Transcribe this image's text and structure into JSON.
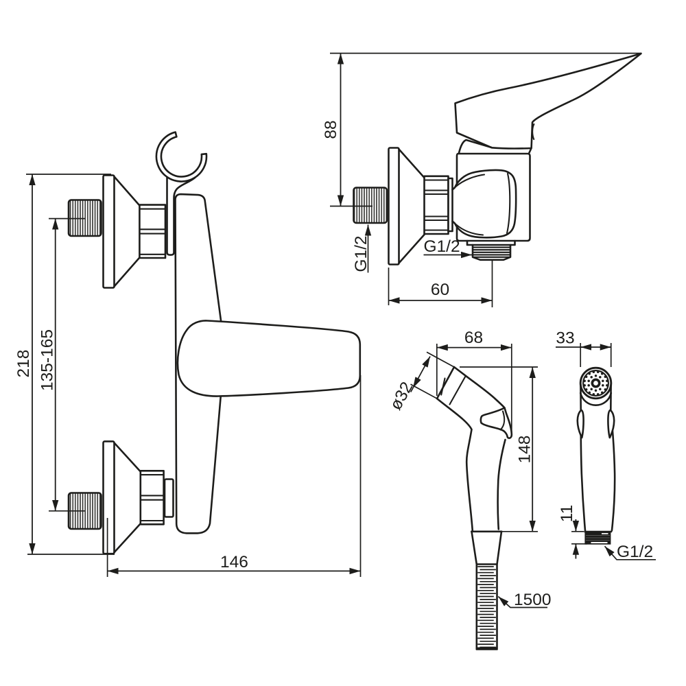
{
  "document": {
    "type": "technical dimensional drawing",
    "subject": "wall-mounted single-lever shower mixer with hand spray and hose",
    "background": "#ffffff",
    "ink_color": "#1d1d1b"
  },
  "views": {
    "mixer_front": {
      "title": "mixer front view",
      "dims": {
        "overall_height": "218",
        "pipe_spacing": "135-165",
        "overall_width": "146"
      }
    },
    "mixer_side": {
      "title": "mixer side view",
      "dims": {
        "depth": "88",
        "outlet_offset": "60"
      },
      "threads": {
        "inlet": "G1/2",
        "outlet": "G1/2"
      }
    },
    "spray_side": {
      "title": "hand spray side view",
      "dims": {
        "head_length": "68",
        "head_diameter": "ø32",
        "height": "148",
        "hose_length": "1500"
      }
    },
    "spray_front": {
      "title": "hand spray front view",
      "dims": {
        "head_width": "33",
        "connector_height": "11"
      },
      "threads": {
        "connector": "G1/2"
      }
    }
  }
}
